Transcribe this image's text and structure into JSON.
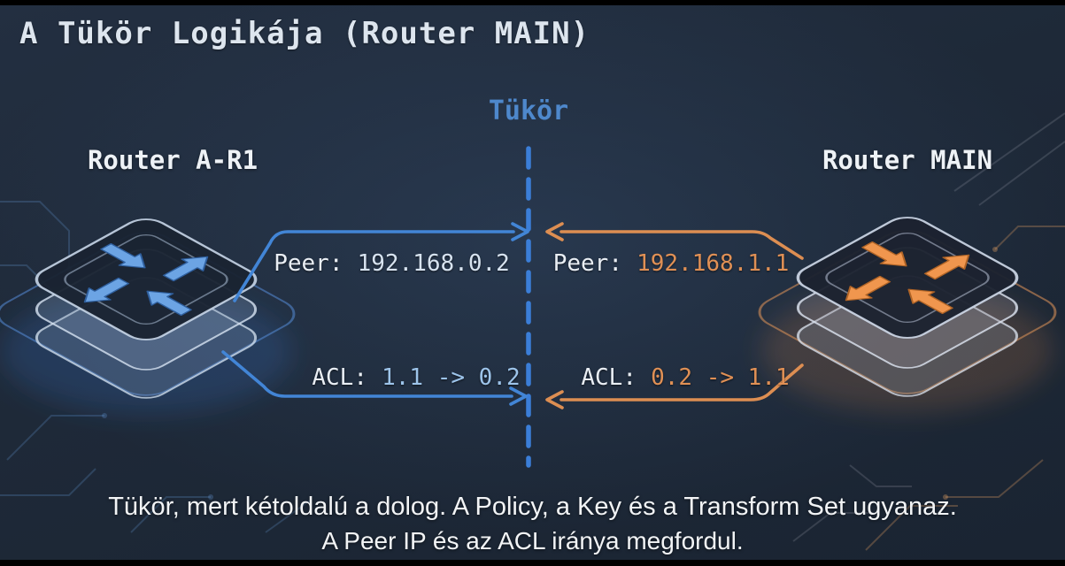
{
  "title": "A Tükör Logikája (Router MAIN)",
  "mirror_label": "Tükör",
  "left": {
    "router_label": "Router A-R1",
    "peer_prefix": "Peer:",
    "peer_value": "192.168.0.2",
    "acl_prefix": "ACL:",
    "acl_value": "1.1 -> 0.2"
  },
  "right": {
    "router_label": "Router MAIN",
    "peer_prefix": "Peer:",
    "peer_value": "192.168.1.1",
    "acl_prefix": "ACL:",
    "acl_value": "0.2 -> 1.1"
  },
  "caption": {
    "line1": "Tükör, mert kétoldalú a dolog. A Policy, a Key és a Transform Set ugyanaz.",
    "line2": "A Peer IP és az ACL iránya megfordul."
  },
  "icons": {
    "left_router": "router-icon-blue",
    "right_router": "router-icon-orange",
    "divider": "dashed-mirror-line"
  },
  "colors": {
    "background": "#1e2938",
    "blue_accent": "#4285d6",
    "blue_text": "#9dc4ea",
    "orange_accent": "#dd8e52",
    "mirror_blue": "#4e88cc",
    "text_light": "#eef2f6"
  }
}
